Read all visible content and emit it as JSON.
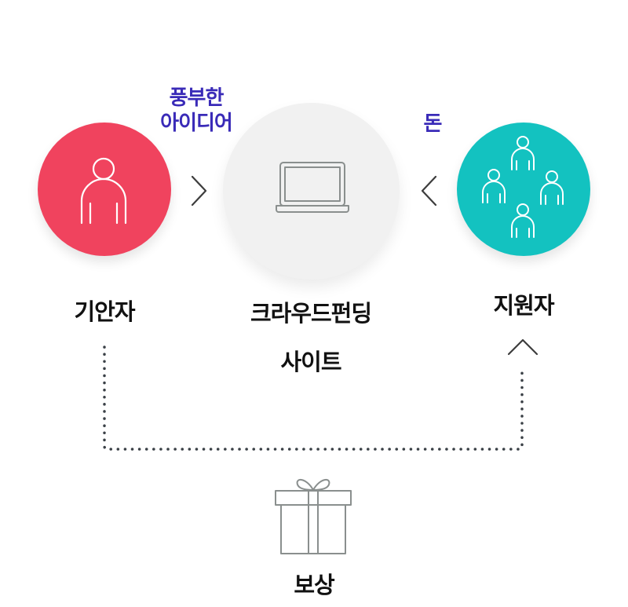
{
  "nodes": {
    "proposer": {
      "label": "기안자",
      "color": "#f0435e"
    },
    "site": {
      "label_line1": "크라우드펀딩",
      "label_line2": "사이트",
      "color": "#f1f1f1"
    },
    "supporter": {
      "label": "지원자",
      "color": "#13c2c0"
    }
  },
  "flows": {
    "idea_line1": "풍부한",
    "idea_line2": "아이디어",
    "money": "돈"
  },
  "reward": {
    "label": "보상"
  },
  "colors": {
    "flow_text": "#3a2bb8",
    "arrow": "#3d3d3d",
    "dotted_line": "#3a4046",
    "gift_stroke": "#8a8f8e"
  }
}
